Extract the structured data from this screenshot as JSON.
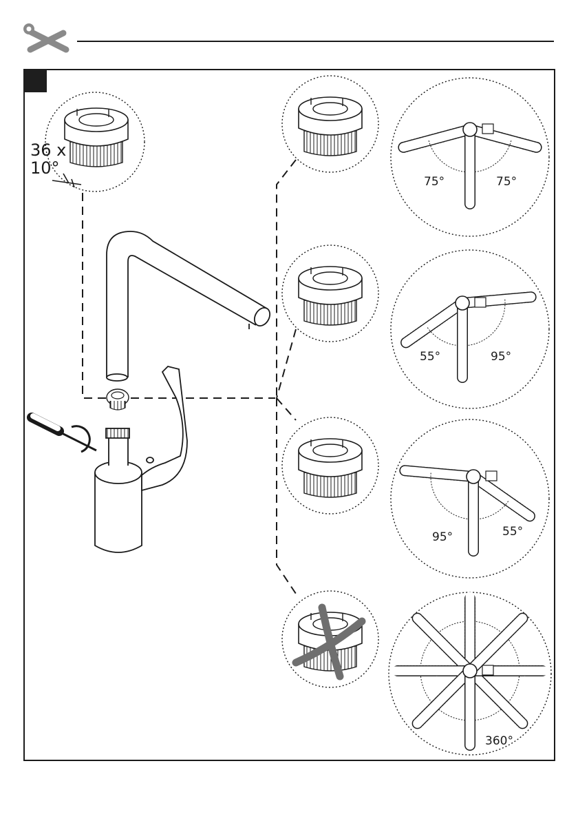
{
  "header": {
    "icon": "wrench-screwdriver-icon"
  },
  "step": {
    "marker_color": "#1e1e1e"
  },
  "insert_detail": {
    "line1": "36 x",
    "line2": "10°"
  },
  "options": [
    {
      "angles": [
        "75°",
        "75°"
      ],
      "icon": "stop-insert-symmetric"
    },
    {
      "angles": [
        "55°",
        "95°"
      ],
      "icon": "stop-insert-offset-left"
    },
    {
      "angles": [
        "95°",
        "55°"
      ],
      "icon": "stop-insert-offset-right"
    },
    {
      "angles": [
        "360°"
      ],
      "icon": "no-insert-crossed"
    }
  ],
  "colors": {
    "line": "#1a1a1a",
    "cross": "#7a7a7a"
  }
}
